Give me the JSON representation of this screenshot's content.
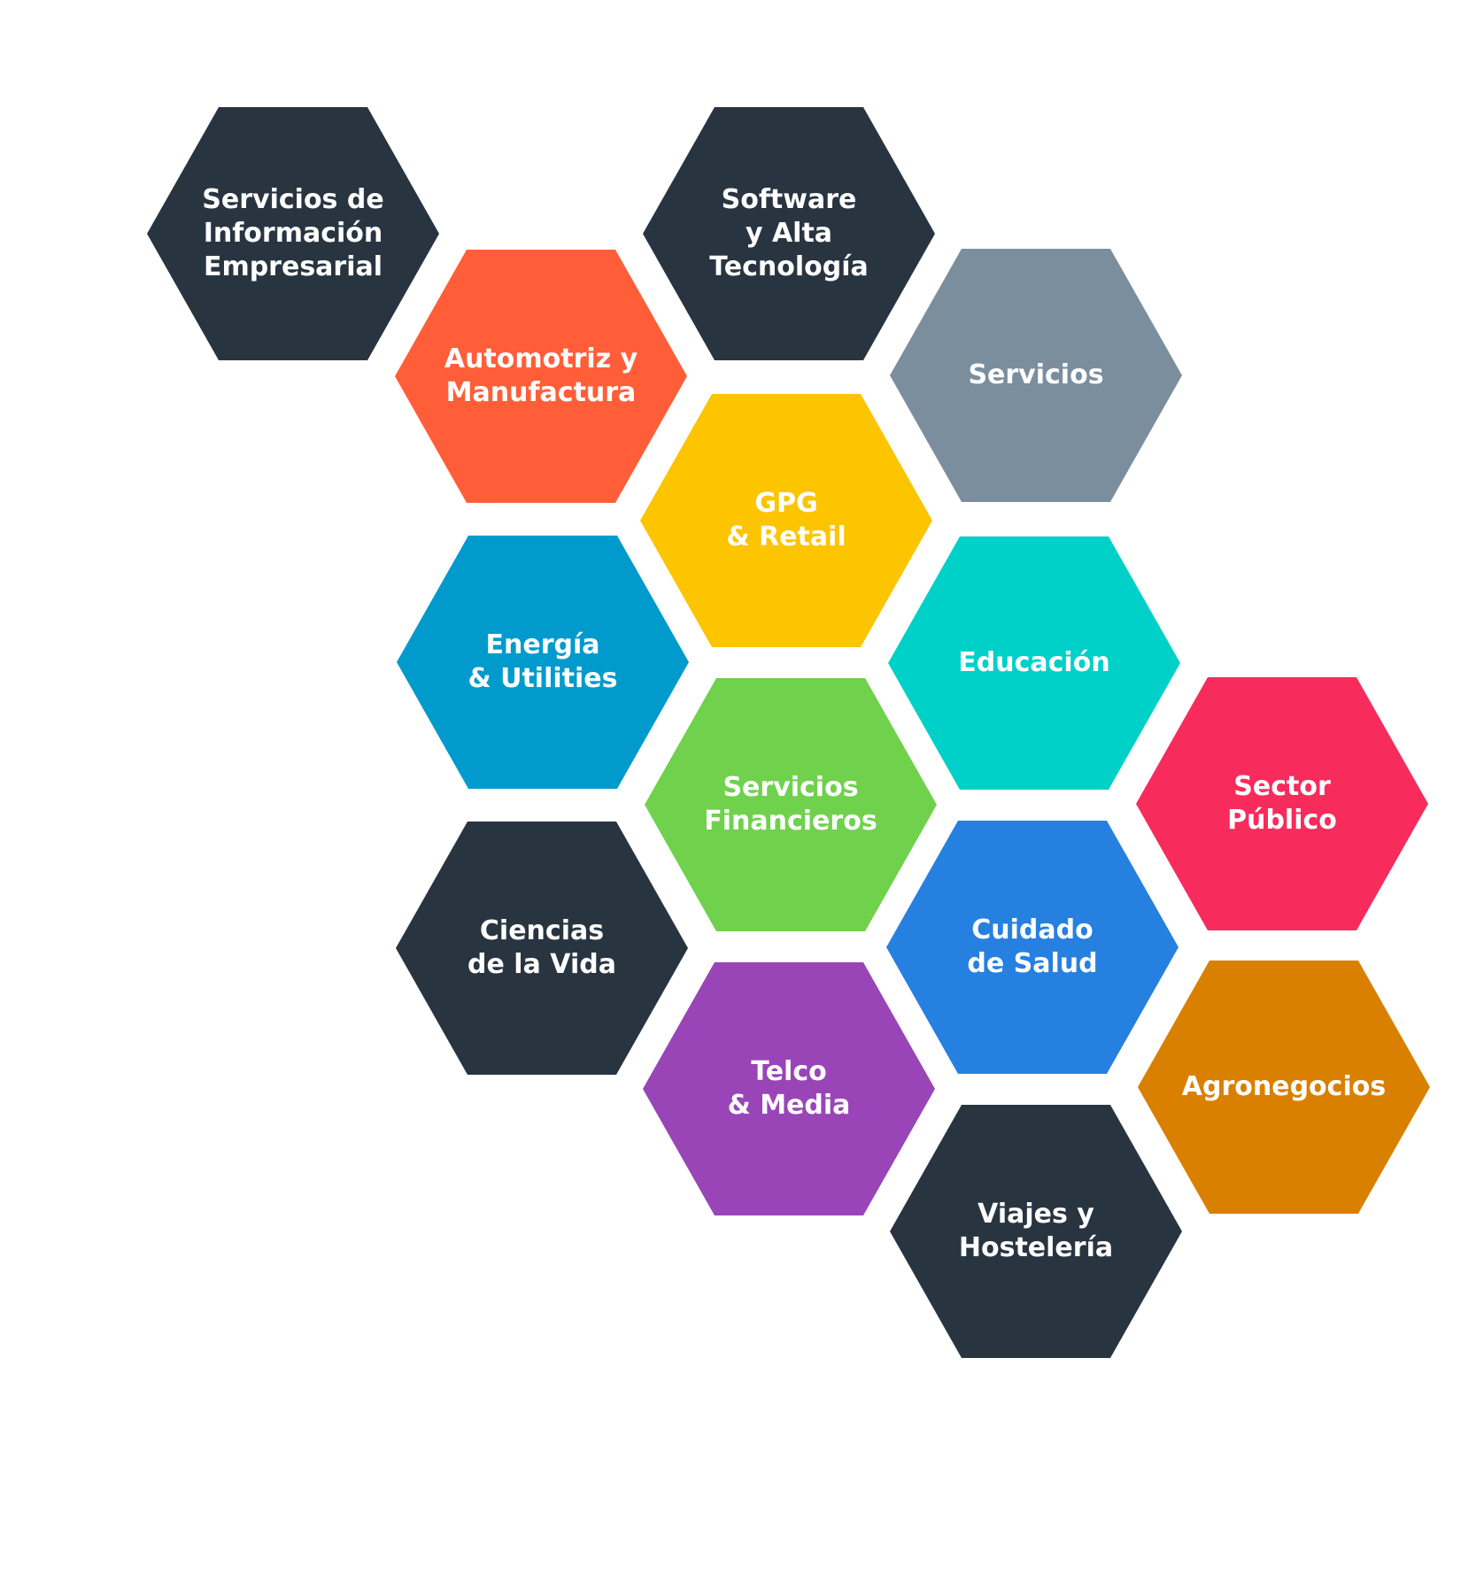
{
  "diagram": {
    "hexagons": [
      {
        "id": "servicios-informacion-empresarial",
        "lines": [
          "Servicios de",
          "Información",
          "Empresarial"
        ],
        "color": "#283541"
      },
      {
        "id": "software-alta-tecnologia",
        "lines": [
          "Software",
          "y Alta",
          "Tecnología"
        ],
        "color": "#283541"
      },
      {
        "id": "automotriz-manufactura",
        "lines": [
          "Automotriz y",
          "Manufactura"
        ],
        "color": "#ff5e38"
      },
      {
        "id": "servicios",
        "lines": [
          "Servicios"
        ],
        "color": "#7b8e9e"
      },
      {
        "id": "gpg-retail",
        "lines": [
          "GPG",
          "& Retail"
        ],
        "color": "#fdc400"
      },
      {
        "id": "energia-utilities",
        "lines": [
          "Energía",
          "& Utilities"
        ],
        "color": "#009bcc"
      },
      {
        "id": "educacion",
        "lines": [
          "Educación"
        ],
        "color": "#00d1c8"
      },
      {
        "id": "servicios-financieros",
        "lines": [
          "Servicios",
          "Financieros"
        ],
        "color": "#70d14d"
      },
      {
        "id": "sector-publico",
        "lines": [
          "Sector",
          "Público"
        ],
        "color": "#f72b5c"
      },
      {
        "id": "ciencias-vida",
        "lines": [
          "Ciencias",
          "de la Vida"
        ],
        "color": "#283541"
      },
      {
        "id": "cuidado-salud",
        "lines": [
          "Cuidado",
          "de Salud"
        ],
        "color": "#2680e0"
      },
      {
        "id": "telco-media",
        "lines": [
          "Telco",
          "& Media"
        ],
        "color": "#9945b8"
      },
      {
        "id": "agronegocios",
        "lines": [
          "Agronegocios"
        ],
        "color": "#d98000"
      },
      {
        "id": "viajes-hosteleria",
        "lines": [
          "Viajes y",
          "Hostelería"
        ],
        "color": "#283541"
      }
    ]
  }
}
